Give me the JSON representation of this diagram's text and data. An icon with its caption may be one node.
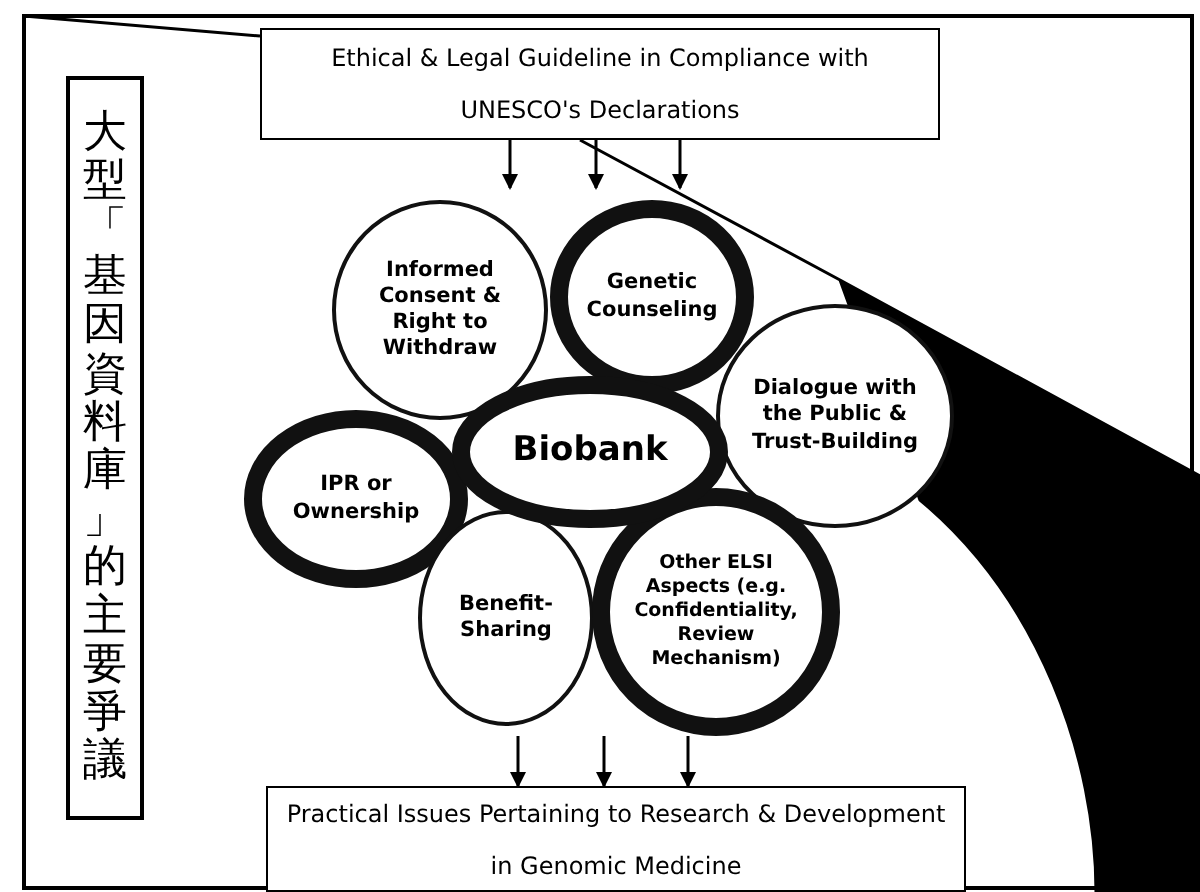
{
  "diagram": {
    "title": "大型「基因資料庫」的主要爭議",
    "nodes": [
      {
        "text": [
          "Ethical & Legal Guideline in Compliance with UNESCO's Declarations"
        ]
      },
      {
        "text": [
          "Informed Consent & Right to Withdraw"
        ]
      },
      {
        "text": [
          "Genetic Counseling"
        ]
      },
      {
        "text": [
          "Dialogue with the Public & Trust-Building"
        ]
      },
      {
        "text": [
          "IPR or Ownership"
        ]
      },
      {
        "text": [
          "Biobank"
        ]
      },
      {
        "text": [
          "Benefit-Sharing"
        ]
      },
      {
        "text": [
          "Other ELSI Aspects (e.g. Confidentiality, Review Mechanism)"
        ]
      },
      {
        "text": [
          "Practical Issues Pertaining to Research & Development in Genomic Medicine"
        ]
      }
    ],
    "edges": [
      {
        "from": 0,
        "to": null,
        "arrow": "to"
      },
      {
        "from": 0,
        "to": null,
        "arrow": "to"
      },
      {
        "from": 0,
        "to": null,
        "arrow": "to"
      },
      {
        "from": null,
        "to": 8,
        "arrow": "to"
      },
      {
        "from": null,
        "to": 8,
        "arrow": "to"
      },
      {
        "from": null,
        "to": 8,
        "arrow": "to"
      }
    ]
  }
}
